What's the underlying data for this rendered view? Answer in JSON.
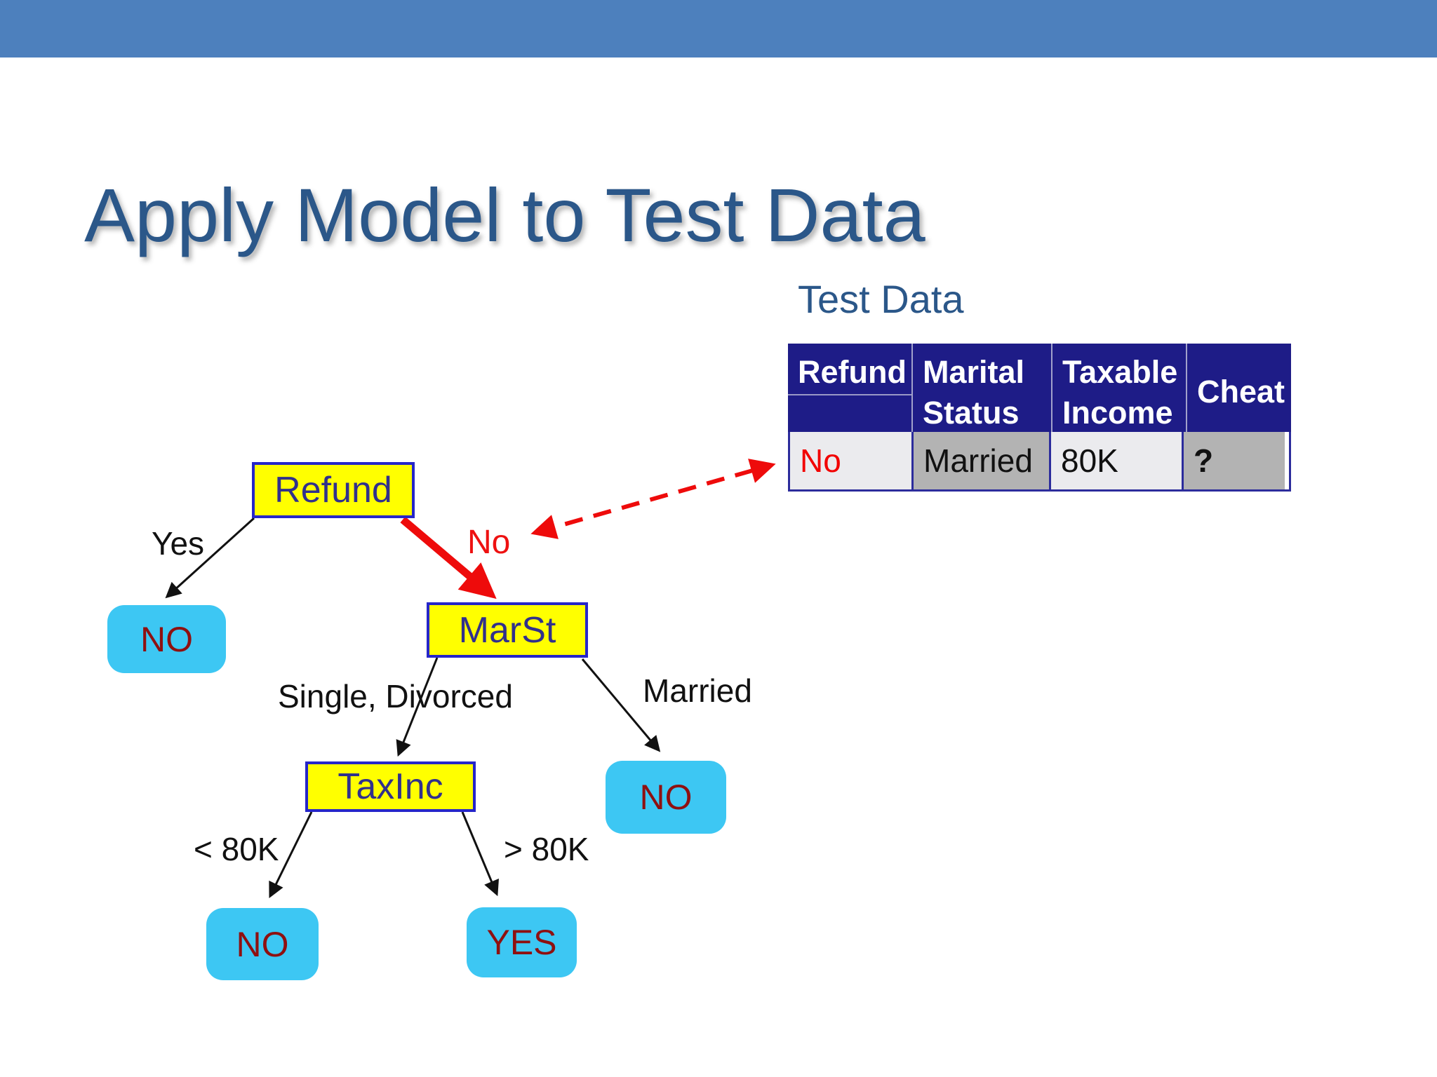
{
  "slide": {
    "title": "Apply Model to Test Data",
    "accent_bar_color": "#4d80bd",
    "title_color": "#2b5789"
  },
  "test_data": {
    "heading": "Test Data",
    "table": {
      "header_bg_color": "#1e1c87",
      "header_text_color": "#ffffff",
      "headers": [
        "Refund",
        "Marital Status",
        "Taxable Income",
        "Cheat"
      ],
      "row": {
        "refund": "No",
        "marital_status": "Married",
        "taxable_income": "80K",
        "cheat": "?"
      },
      "refund_value_color": "#f20000",
      "cell_bg_light": "#ebebee",
      "cell_bg_gray": "#b3b3b3"
    }
  },
  "tree": {
    "decision_node_fill": "#ffff00",
    "decision_node_border": "#2626c9",
    "decision_text_color": "#31308c",
    "leaf_node_fill": "#3dc7f3",
    "leaf_text_color": "#8f1010",
    "trace_arrow_color": "#ee0b0b",
    "nodes": {
      "refund": "Refund",
      "marst": "MarSt",
      "taxinc": "TaxInc",
      "leaf_refund_yes": "NO",
      "leaf_married": "NO",
      "leaf_lt80k": "NO",
      "leaf_gt80k": "YES"
    },
    "edges": {
      "refund_yes": "Yes",
      "refund_no": "No",
      "marst_left": "Single, Divorced",
      "marst_right": "Married",
      "taxinc_left": "< 80K",
      "taxinc_right": "> 80K"
    }
  }
}
